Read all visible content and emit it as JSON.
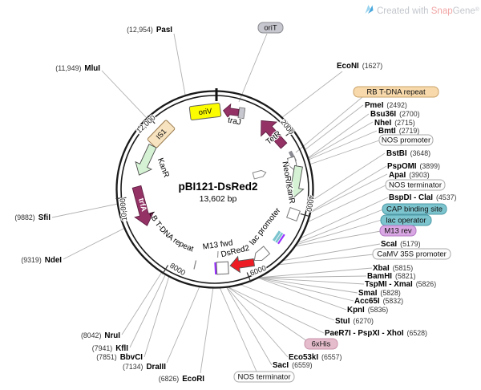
{
  "credit": {
    "prefix": "Created with ",
    "snap": "Snap",
    "gene": "Gene",
    "reg": "®"
  },
  "plasmid": {
    "name": "pBI121-DsRed2",
    "size": "13,602 bp"
  },
  "tick_labels": {
    "t2000": "2000",
    "t4000": "4000",
    "t6000": "6000",
    "t8000": "8000",
    "t10000": "10,000",
    "t12000": "12,000"
  },
  "features": {
    "oriv": "oriV",
    "traj": "traJ",
    "tetr": "TetR",
    "is1": "IS1",
    "kanr": "KanR",
    "trfa": "trfA",
    "lb": "LB T-DNA repeat",
    "neor": "NeoR/KanR",
    "lacprom": "lac promoter",
    "dsred2": "DsRed2",
    "m13fwd": "M13 fwd"
  },
  "boxed_labels": {
    "orit": "oriT",
    "rb": "RB T-DNA repeat",
    "nosprom": "NOS promoter",
    "nosterm_right": "NOS terminator",
    "cap": "CAP binding site",
    "lacop": "lac operator",
    "m13rev": "M13 rev",
    "camv": "CaMV 35S promoter",
    "sixhis": "6xHis",
    "nosterm_bottom": "NOS terminator"
  },
  "sites": {
    "pasi": {
      "pos": "(12,954)",
      "name": "PasI"
    },
    "mlui": {
      "pos": "(11,949)",
      "name": "MluI"
    },
    "sfii": {
      "pos": "(9882)",
      "name": "SfiI"
    },
    "ndei": {
      "pos": "(9319)",
      "name": "NdeI"
    },
    "nrui": {
      "pos": "(8042)",
      "name": "NruI"
    },
    "kfli": {
      "pos": "(7941)",
      "name": "KflI"
    },
    "bbvci": {
      "pos": "(7851)",
      "name": "BbvCI"
    },
    "draiii": {
      "pos": "(7134)",
      "name": "DraIII"
    },
    "ecori": {
      "pos": "(6826)",
      "name": "EcoRI"
    },
    "econi": {
      "name": "EcoNI",
      "pos": "(1627)"
    },
    "pmei": {
      "name": "PmeI",
      "pos": "(2492)"
    },
    "bsu36i": {
      "name": "Bsu36I",
      "pos": "(2700)"
    },
    "nhei": {
      "name": "NheI",
      "pos": "(2715)"
    },
    "bmti": {
      "name": "BmtI",
      "pos": "(2719)"
    },
    "bstbi": {
      "name": "BstBI",
      "pos": "(3648)"
    },
    "pspomi": {
      "name": "PspOMI",
      "pos": "(3899)"
    },
    "apai": {
      "name": "ApaI",
      "pos": "(3903)"
    },
    "bspdi": {
      "name": "BspDI - ClaI",
      "pos": "(4537)"
    },
    "scai": {
      "name": "ScaI",
      "pos": "(5179)"
    },
    "xbai": {
      "name": "XbaI",
      "pos": "(5815)"
    },
    "bamhi": {
      "name": "BamHI",
      "pos": "(5821)"
    },
    "tspmi": {
      "name": "TspMI - XmaI",
      "pos": "(5826)"
    },
    "smai": {
      "name": "SmaI",
      "pos": "(5828)"
    },
    "acc65i": {
      "name": "Acc65I",
      "pos": "(5832)"
    },
    "kpni": {
      "name": "KpnI",
      "pos": "(5836)"
    },
    "stui": {
      "name": "StuI",
      "pos": "(6270)"
    },
    "paer7i": {
      "name": "PaeR7I - PspXI - XhoI",
      "pos": "(6528)"
    },
    "eco53ki": {
      "name": "Eco53kI",
      "pos": "(6557)"
    },
    "saci": {
      "name": "SacI",
      "pos": "(6559)"
    }
  },
  "colors": {
    "magenta": "#943266",
    "magenta_stroke": "#5f1f42",
    "green": "#d5f3d4",
    "green_stroke": "#4d4d4d",
    "yellow": "#fcfc00",
    "red": "#ed1c24",
    "tan_box": "#f7d9ab",
    "tan_stroke": "#caa36a",
    "gray_box": "#c7c7cf",
    "gray_stroke": "#88888f",
    "teal_box": "#7cc4ce",
    "teal_stroke": "#4d9aa6",
    "violet_box": "#d9a7e3",
    "violet_stroke": "#b279c4",
    "pink_box": "#e5bccb",
    "pink_stroke": "#c893ab",
    "is1_fill": "#f8e3c0",
    "purple_edge": "#9933ff",
    "rb_bar": "#8a8a92",
    "white_box": "#fdfdfd",
    "white_box_stroke": "#aaaaaa",
    "snap_red": "#f2a5a5",
    "credit_gray": "#c3c7cd",
    "logo_blue": "#4aa8dd",
    "logo_blue_light": "#9bd4ee",
    "ring": "#1a1a1a"
  }
}
